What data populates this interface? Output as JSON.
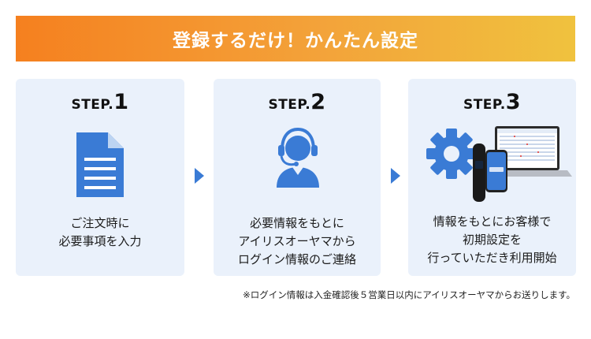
{
  "banner": {
    "title": "登録するだけ！かんたん設定"
  },
  "steps": [
    {
      "step_word": "STEP.",
      "step_num": "1",
      "icon": "document-icon",
      "lines": [
        "ご注文時に",
        "必要事項を入力"
      ]
    },
    {
      "step_word": "STEP.",
      "step_num": "2",
      "icon": "support-operator-icon",
      "lines": [
        "必要情報をもとに",
        "アイリスオーヤマから",
        "ログイン情報のご連絡"
      ]
    },
    {
      "step_word": "STEP.",
      "step_num": "3",
      "icon": "gear-devices-icon",
      "lines": [
        "情報をもとにお客様で",
        "初期設定を",
        "行っていただき利用開始"
      ]
    }
  ],
  "note": "※ログイン情報は入金確認後５営業日以内にアイリスオーヤマからお送りします。",
  "colors": {
    "banner_start": "#f5801f",
    "banner_end": "#f0c23e",
    "card_bg": "#eaf1fb",
    "accent_blue": "#3a7bd5"
  }
}
